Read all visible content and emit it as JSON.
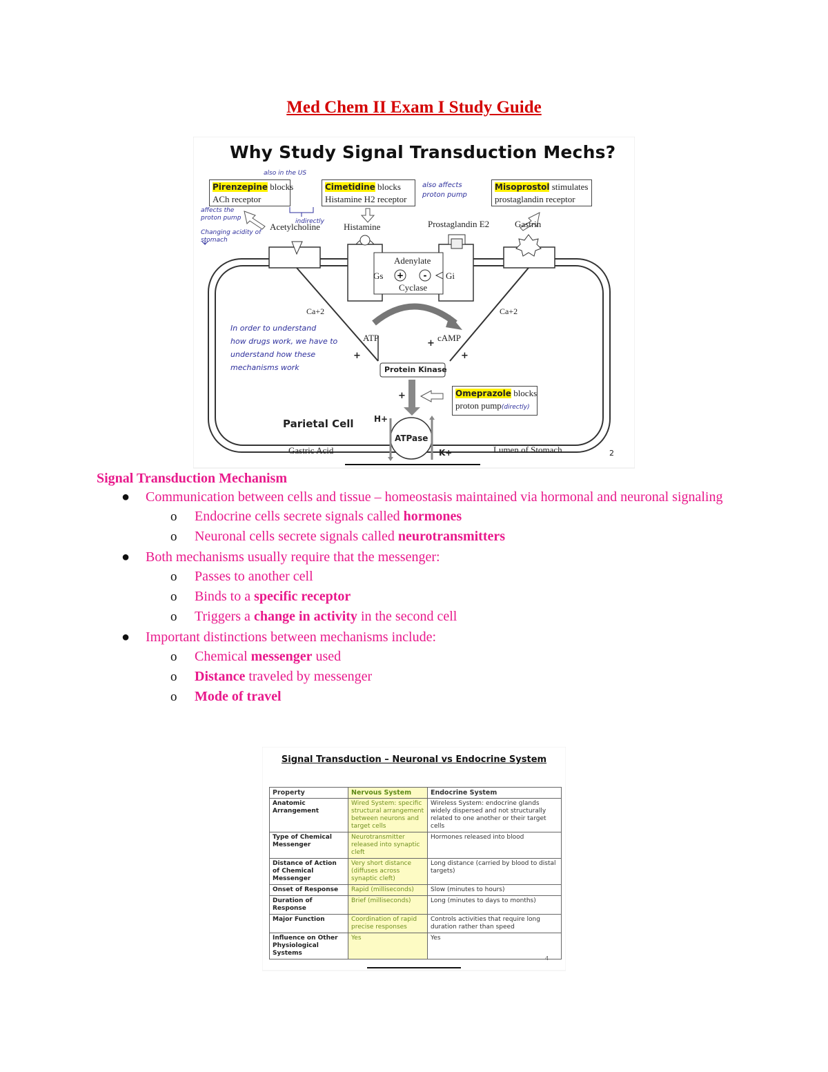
{
  "document": {
    "title": "Med Chem II Exam I Study Guide"
  },
  "figure1": {
    "slide_title": "Why Study Signal Transduction Mechs?",
    "boxes": {
      "pirenzepine": {
        "drug": "Pirenzepine",
        "rest": " blocks",
        "line2": "ACh receptor"
      },
      "cimetidine": {
        "drug": "Cimetidine",
        "rest": " blocks",
        "line2": "Histamine H2 receptor"
      },
      "misoprostol": {
        "drug": "Misoprostol",
        "rest": " stimulates",
        "line2": "prostaglandin receptor"
      },
      "omeprazole": {
        "drug": "Omeprazole",
        "rest": " blocks",
        "line2": "proton pump",
        "hand": "(directly)"
      }
    },
    "labels": {
      "acetylcholine": "Acetylcholine",
      "histamine": "Histamine",
      "prostaglandin": "Prostaglandin E2",
      "gastrin": "Gastrin",
      "adenylate": "Adenylate",
      "cyclase": "Cyclase",
      "gs": "Gs",
      "gi": "Gi",
      "ca_left": "Ca+2",
      "ca_right": "Ca+2",
      "atp": "ATP",
      "camp": "cAMP",
      "protein_kinase": "Protein Kinase",
      "parietal_cell": "Parietal Cell",
      "h_plus": "H+",
      "k_plus": "K+",
      "atpase": "ATPase",
      "gastric_acid": "Gastric Acid",
      "lumen": "Lumen of Stomach",
      "page": "2",
      "plus": "+"
    },
    "handwriting": {
      "top": "also in the US",
      "right": "also affects proton pump",
      "indirectly": "indirectly",
      "left": [
        "affects the",
        "proton pump",
        "Changing acidity of",
        "stomach"
      ],
      "center": [
        "In order to understand",
        "how drugs work, we have to",
        "understand how these",
        "mechanisms work"
      ]
    }
  },
  "notes": {
    "heading": "Signal Transduction Mechanism",
    "b1": {
      "text": "Communication between cells and tissue – homeostasis maintained via hormonal and neuronal signaling"
    },
    "b1a": {
      "pre": "Endocrine cells secrete signals called ",
      "bold": "hormones"
    },
    "b1b": {
      "pre": "Neuronal cells secrete signals called ",
      "bold": "neurotransmitters"
    },
    "b2": {
      "text": "Both mechanisms usually require that the messenger:"
    },
    "b2a": {
      "text": "Passes to another cell"
    },
    "b2b": {
      "pre": "Binds to a ",
      "bold": "specific receptor"
    },
    "b2c": {
      "pre": "Triggers a ",
      "bold": "change in activity",
      "post": " in the second cell"
    },
    "b3": {
      "text": "Important distinctions between mechanisms include:"
    },
    "b3a": {
      "pre": "Chemical ",
      "bold": "messenger",
      "post": " used"
    },
    "b3b": {
      "bold": "Distance",
      "post": " traveled by messenger"
    },
    "b3c": {
      "bold": "Mode of travel"
    },
    "bullet_main": "●",
    "bullet_sub": "o"
  },
  "figure2": {
    "title": "Signal Transduction – Neuronal vs Endocrine System",
    "page": "4",
    "headers": [
      "Property",
      "Nervous System",
      "Endocrine System"
    ],
    "rows": [
      [
        "Anatomic Arrangement",
        "Wired System: specific structural arrangement between neurons and target cells",
        "Wireless System: endocrine glands widely dispersed and not structurally related to one another or their target cells"
      ],
      [
        "Type of Chemical Messenger",
        "Neurotransmitter released into synaptic cleft",
        "Hormones released into blood"
      ],
      [
        "Distance of Action of Chemical Messenger",
        "Very short distance (diffuses across synaptic cleft)",
        "Long distance (carried by blood to distal targets)"
      ],
      [
        "Onset of Response",
        "Rapid (milliseconds)",
        "Slow (minutes to hours)"
      ],
      [
        "Duration of Response",
        "Brief (milliseconds)",
        "Long (minutes to days to months)"
      ],
      [
        "Major Function",
        "Coordination of rapid precise responses",
        "Controls activities that require long duration rather than speed"
      ],
      [
        "Influence on Other Physiological Systems",
        "Yes",
        "Yes"
      ]
    ]
  }
}
